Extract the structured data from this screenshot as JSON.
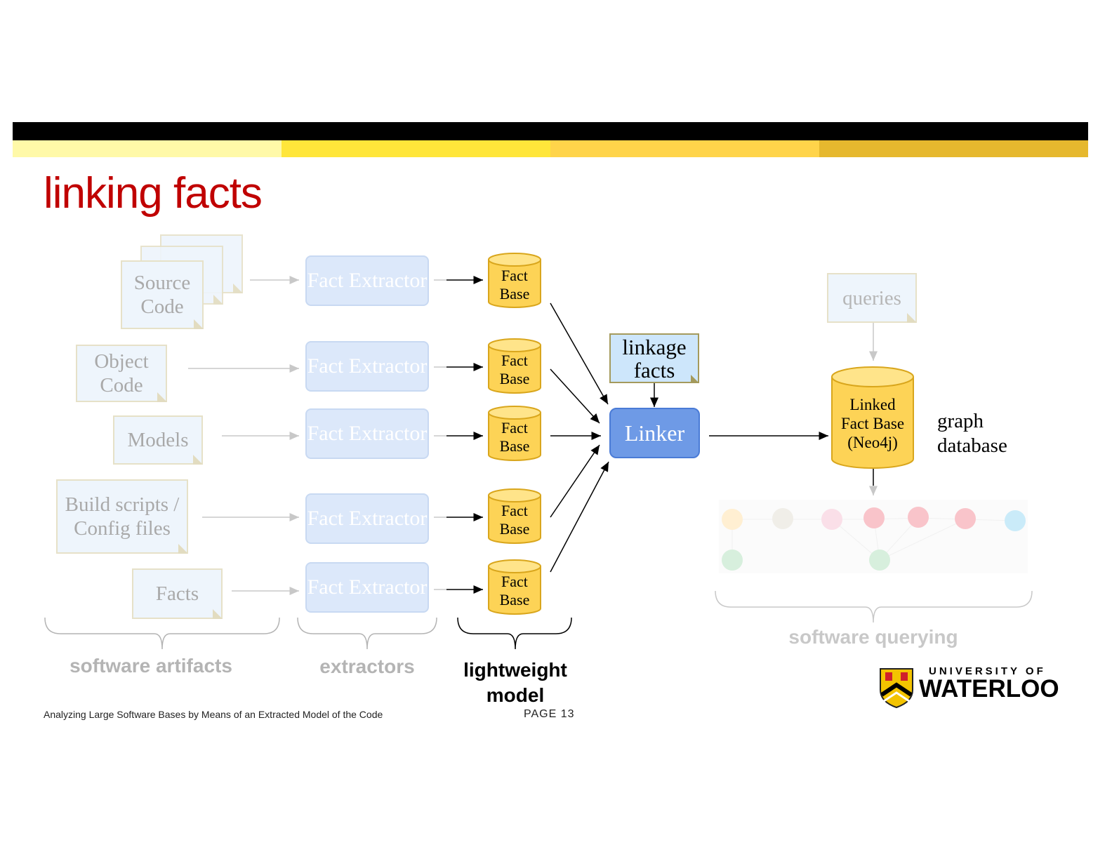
{
  "slide": {
    "title": "linking facts",
    "footer_text": "Analyzing Large Software Bases by Means of an Extracted Model of the Code",
    "page_label": "PAGE 13"
  },
  "colors": {
    "title": "#c00000",
    "stripe": [
      "#fff9a8",
      "#ffe63a",
      "#ffd44a",
      "#e6b82e"
    ]
  },
  "artifacts": {
    "source_code": "Source Code",
    "object_code": "Object Code",
    "models": "Models",
    "build_scripts": "Build scripts / Config files",
    "facts": "Facts"
  },
  "extractor_label": "Fact Extractor",
  "fact_base_label": "Fact Base",
  "linkage_facts": "linkage facts",
  "linker": "Linker",
  "linked_fact_base": "Linked Fact Base (Neo4j)",
  "graph_database": "graph database",
  "queries": "queries",
  "braces": {
    "software_artifacts": "software artifacts",
    "extractors": "extractors",
    "lightweight_model": "lightweight model",
    "software_querying": "software querying"
  },
  "logo": {
    "line1": "UNIVERSITY OF",
    "line2": "WATERLOO"
  }
}
